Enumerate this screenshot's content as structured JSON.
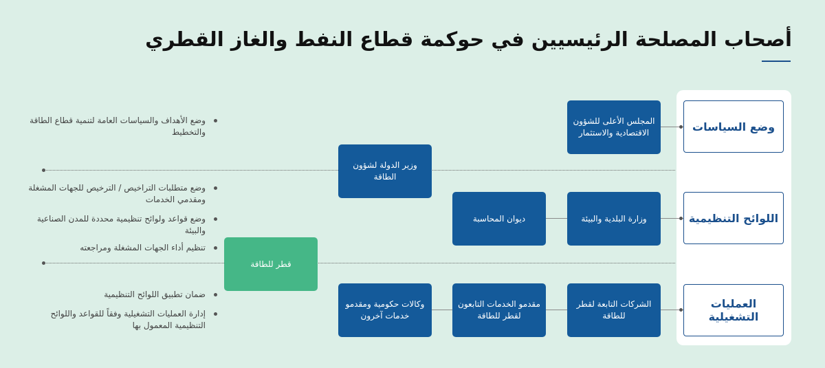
{
  "title": "أصحاب المصلحة الرئيسيين في حوكمة قطاع النفط والغاز القطري",
  "categories": [
    {
      "label": "وضع السياسات"
    },
    {
      "label": "اللوائح التنظيمية"
    },
    {
      "label": "العمليات التشغيلية"
    }
  ],
  "entities": {
    "supreme_council": "المجلس الأعلى للشؤون الاقتصادية والاستثمار",
    "minister_energy": "وزير الدولة لشؤون الطاقة",
    "ministry_municipality": "وزارة البلدية والبيئة",
    "audit_bureau": "ديوان المحاسبة",
    "qatar_energy": "قطر للطاقة",
    "qe_companies": "الشركات التابعة لقطر للطاقة",
    "qe_service_providers": "مقدمو الخدمات التابعون لقطر للطاقة",
    "gov_agencies": "وكالات حكومية ومقدمو خدمات آخرون"
  },
  "bullets": {
    "policy": [
      "وضع الأهداف والسياسات العامة لتنمية قطاع الطاقة والتخطيط"
    ],
    "regulation": [
      "وضع متطلبات التراخيص / الترخيص للجهات المشغلة ومقدمي الخدمات",
      "وضع قواعد ولوائح تنظيمية محددة للمدن الصناعية والبيئة",
      "تنظيم أداء الجهات المشغلة ومراجعته"
    ],
    "operations": [
      "ضمان تطبيق اللوائح التنظيمية",
      "إدارة العمليات التشغيلية وفقاً للقواعد واللوائح التنظيمية المعمول بها"
    ]
  }
}
